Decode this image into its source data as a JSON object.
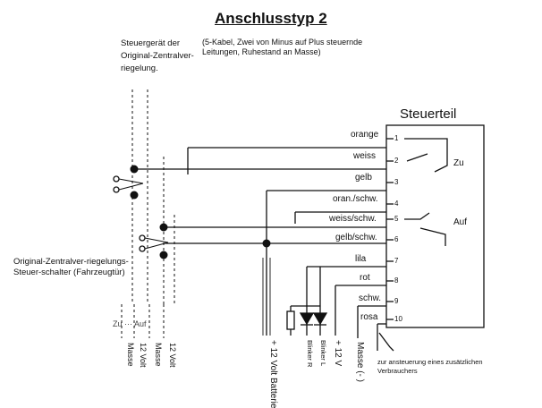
{
  "title": "Anschlusstyp 2",
  "subtitle": "(5-Kabel, Zwei von Minus auf Plus steuernde Leitungen, Ruhestand an Masse)",
  "controller_label": "Steuergerät der Original-Zentralver-riegelung.",
  "unit_label": "Steuerteil",
  "switch_label": "Original-Zentralver-riegelungs-Steuer-schalter (Fahrzeugtür)",
  "switch_positions": "Zu ··· Auf",
  "switch_legs": [
    "Masse",
    "12 Volt",
    "Masse",
    "12 Volt"
  ],
  "relay_labels": {
    "zu": "Zu",
    "auf": "Auf"
  },
  "terminals": [
    {
      "num": "1",
      "label": "orange"
    },
    {
      "num": "2",
      "label": "weiss"
    },
    {
      "num": "3",
      "label": "gelb"
    },
    {
      "num": "4",
      "label": "oran./schw."
    },
    {
      "num": "5",
      "label": "weiss/schw."
    },
    {
      "num": "6",
      "label": "gelb/schw."
    },
    {
      "num": "7",
      "label": "lila"
    },
    {
      "num": "8",
      "label": "rot"
    },
    {
      "num": "9",
      "label": "schw."
    },
    {
      "num": "10",
      "label": "rosa"
    }
  ],
  "bottom_labels": {
    "battery": "+ 12 Volt Batterie",
    "blinker_r": "Blinker R",
    "blinker_l": "Blinker L",
    "plus12": "+ 12 V",
    "masse": "Masse (- )"
  },
  "footnote": "zur ansteuerung eines zusätzlichen Verbrauchers"
}
